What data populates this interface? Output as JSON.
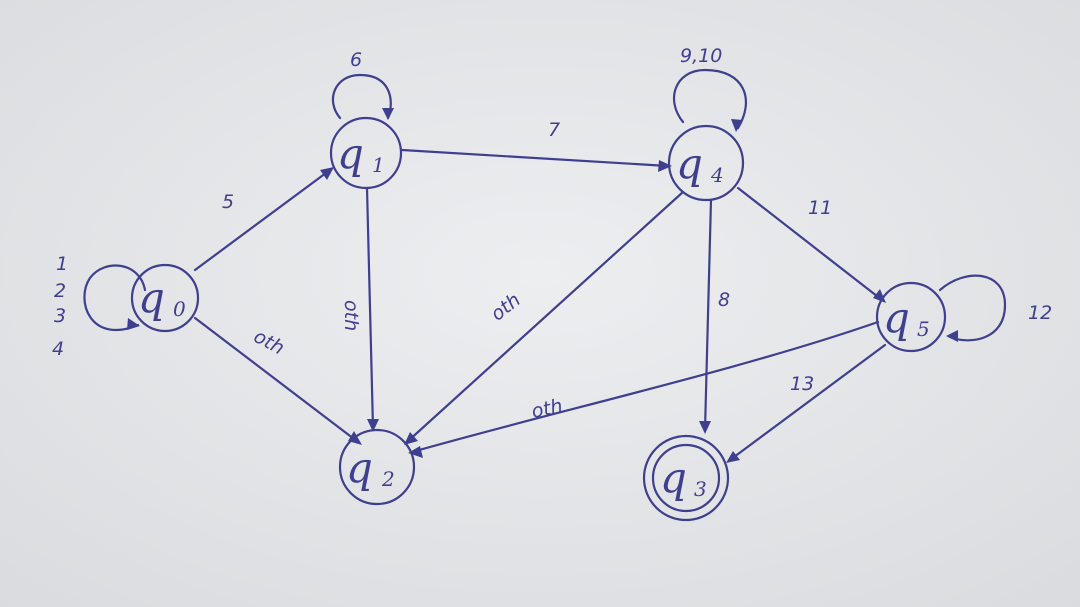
{
  "diagram": {
    "ink_color": "#3f3f8f",
    "paper_color": "#e6e8ea",
    "states": [
      {
        "id": "q0",
        "letter": "q",
        "sub": "0",
        "accepting": false
      },
      {
        "id": "q1",
        "letter": "q",
        "sub": "1",
        "accepting": false
      },
      {
        "id": "q2",
        "letter": "q",
        "sub": "2",
        "accepting": false
      },
      {
        "id": "q3",
        "letter": "q",
        "sub": "3",
        "accepting": true
      },
      {
        "id": "q4",
        "letter": "q",
        "sub": "4",
        "accepting": false
      },
      {
        "id": "q5",
        "letter": "q",
        "sub": "5",
        "accepting": false
      }
    ],
    "transitions": [
      {
        "from": "q0",
        "to": "q0",
        "label": "1 2 3 4"
      },
      {
        "from": "q0",
        "to": "q1",
        "label": "5"
      },
      {
        "from": "q0",
        "to": "q2",
        "label": "oth"
      },
      {
        "from": "q1",
        "to": "q1",
        "label": "6"
      },
      {
        "from": "q1",
        "to": "q4",
        "label": "7"
      },
      {
        "from": "q1",
        "to": "q2",
        "label": "oth"
      },
      {
        "from": "q4",
        "to": "q4",
        "label": "9,10"
      },
      {
        "from": "q4",
        "to": "q2",
        "label": "oth"
      },
      {
        "from": "q4",
        "to": "q3",
        "label": "8"
      },
      {
        "from": "q4",
        "to": "q5",
        "label": "11"
      },
      {
        "from": "q5",
        "to": "q5",
        "label": "12"
      },
      {
        "from": "q5",
        "to": "q2",
        "label": "oth"
      },
      {
        "from": "q5",
        "to": "q3",
        "label": "13"
      }
    ],
    "self_loop_labels": {
      "q0": [
        "1",
        "2",
        "3",
        "4"
      ]
    }
  }
}
